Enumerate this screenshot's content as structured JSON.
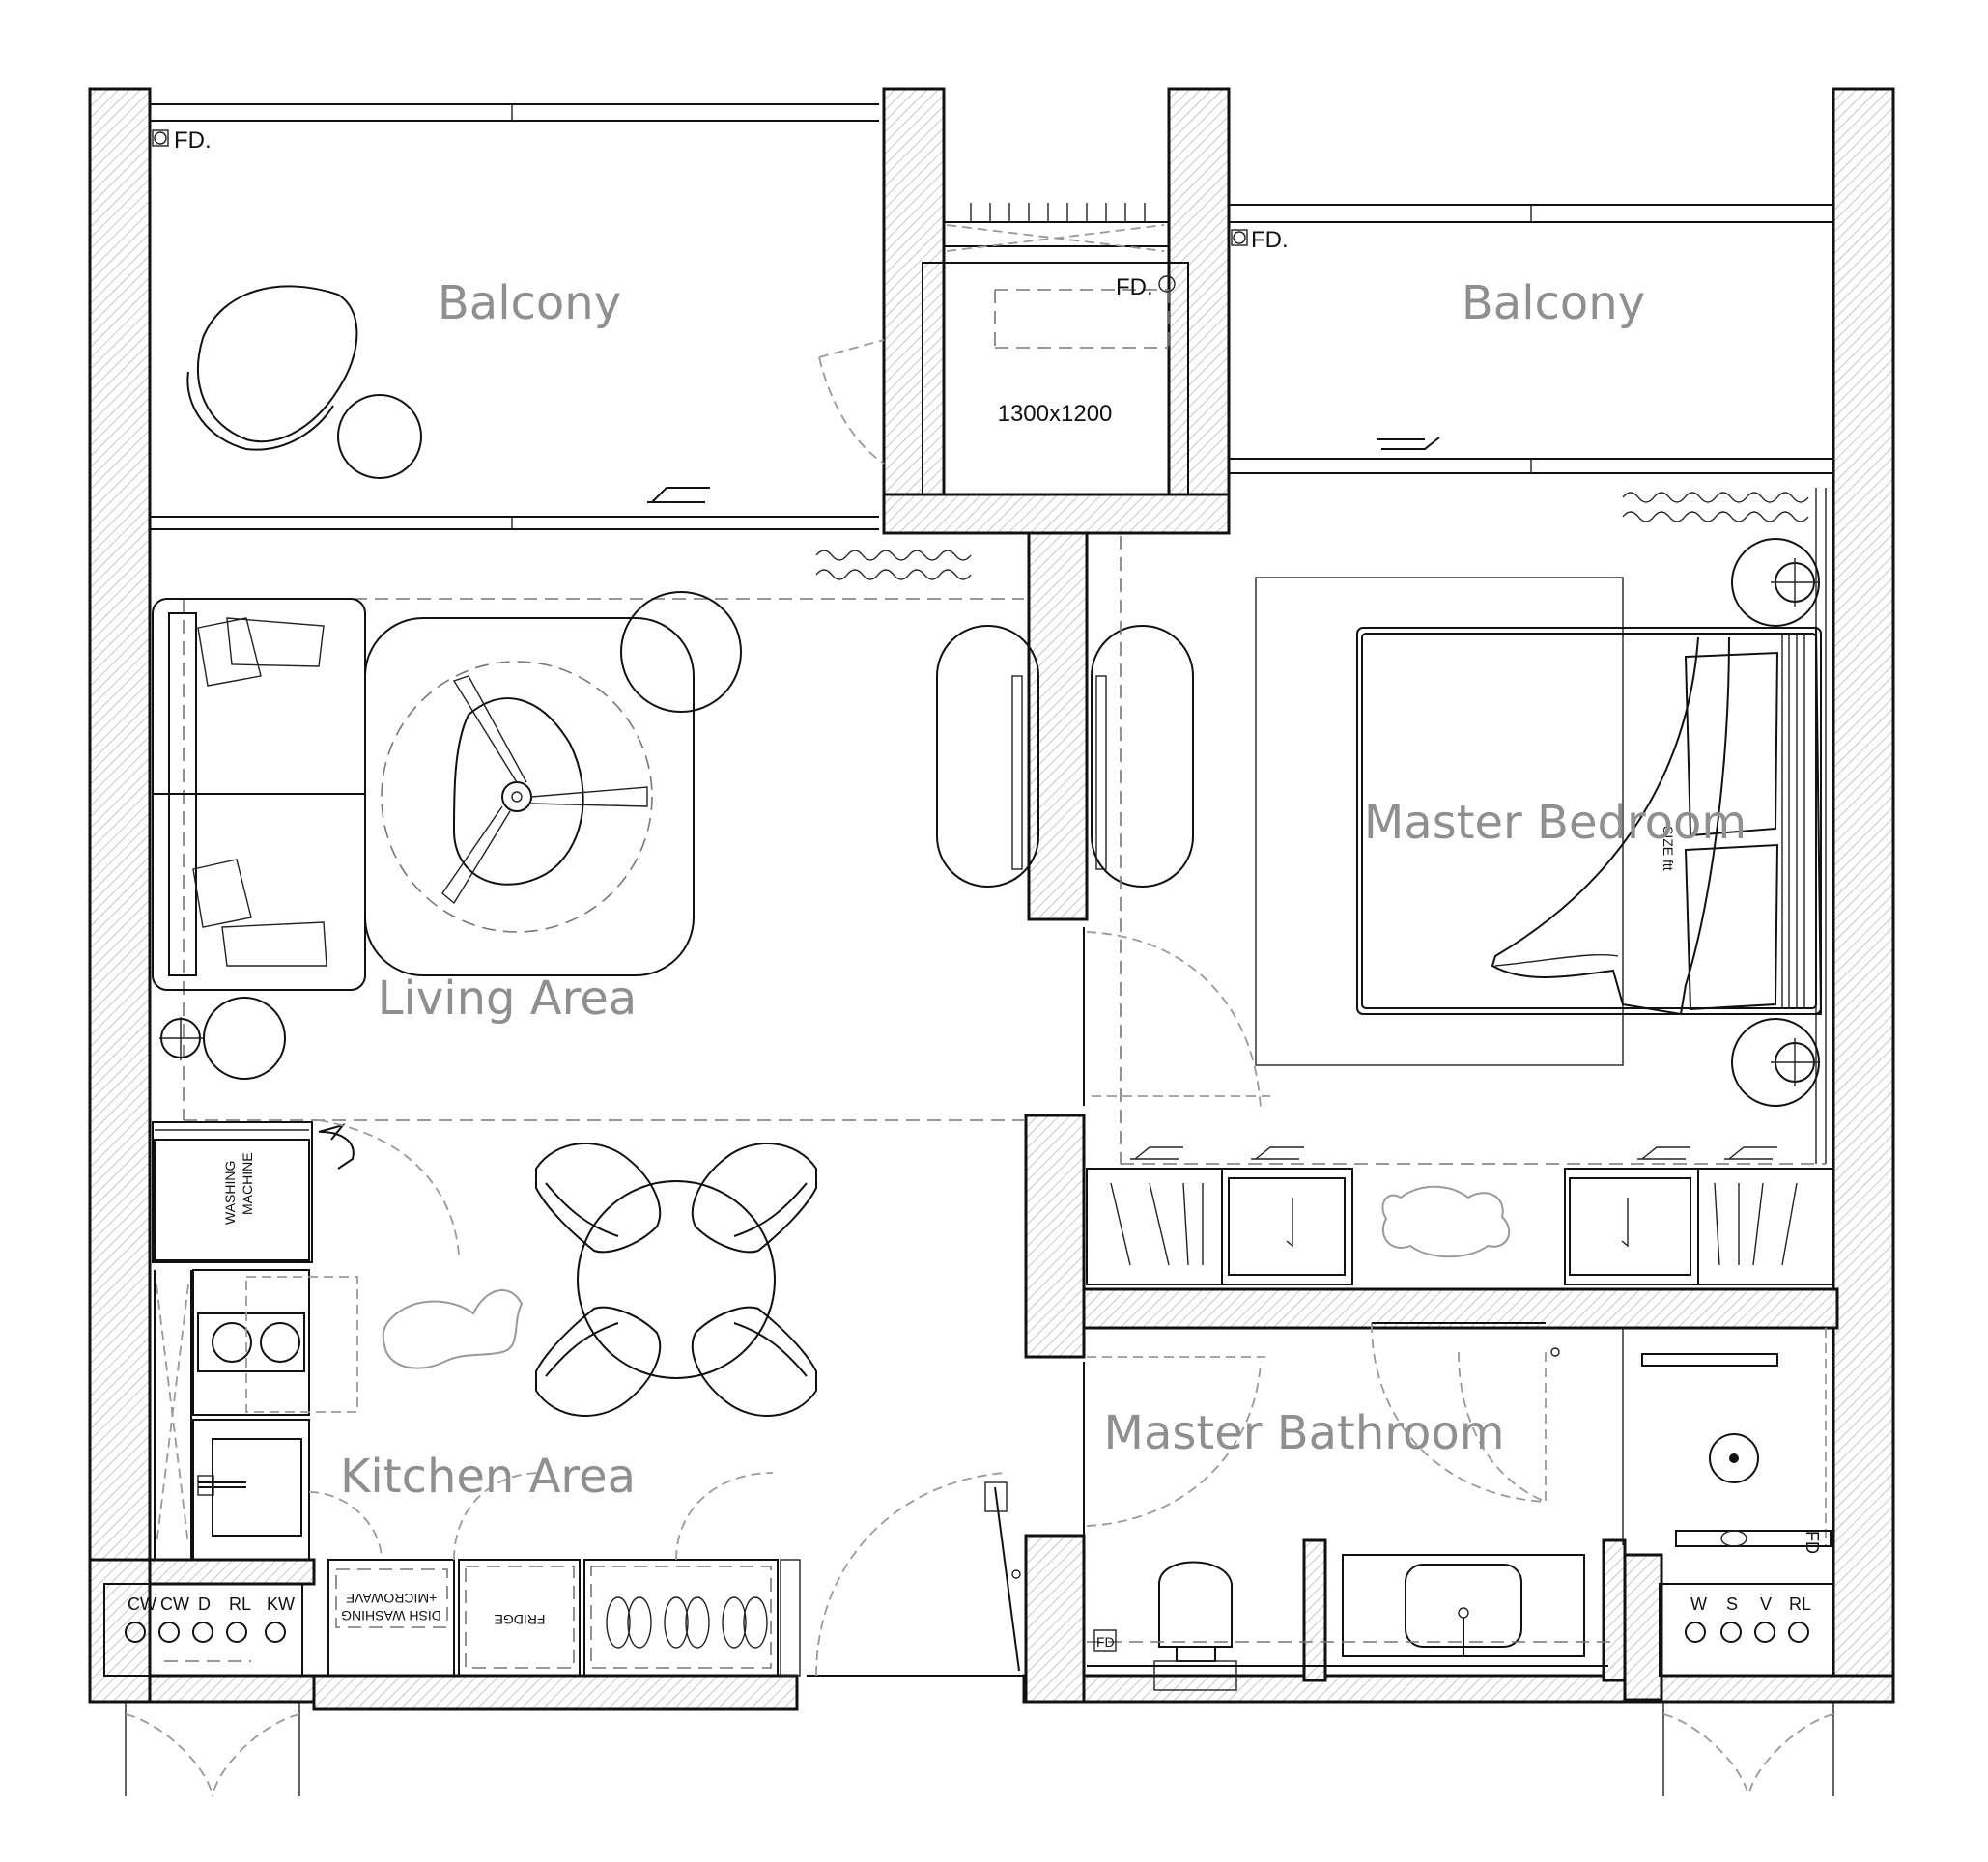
{
  "rooms": {
    "balcony_left": "Balcony",
    "balcony_right": "Balcony",
    "living": "Living Area",
    "bedroom": "Master Bedroom",
    "kitchen": "Kitchen Area",
    "bathroom": "Master Bathroom"
  },
  "labels": {
    "fd_left": "FD.",
    "fd_mid": "FD.",
    "fd_right": "FD.",
    "fd_bath": "FD",
    "fd_shower": "FD",
    "lift_size": "1300x1200",
    "washing_machine": [
      "WASHING",
      "MACHINE"
    ],
    "dish_microwave": [
      "DISH WASHING",
      "+MICROWAVE"
    ],
    "fridge": "FRIDGE",
    "bed_tag": "SIZE ftt"
  },
  "valves_left": [
    "CW",
    "CW",
    "D",
    "RL",
    "KW"
  ],
  "valves_right": [
    "W",
    "S",
    "V",
    "RL"
  ]
}
